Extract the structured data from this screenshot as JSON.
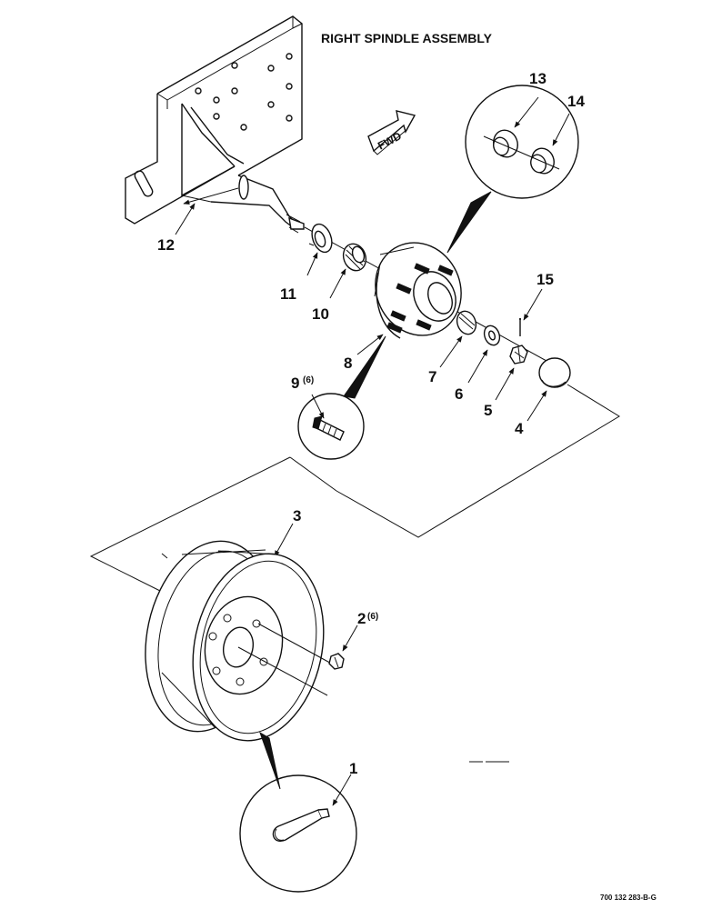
{
  "diagram": {
    "title": "RIGHT SPINDLE ASSEMBLY",
    "direction_label": "FWD",
    "document_number": "700 132 283-B-G",
    "callouts": [
      {
        "id": "1",
        "label": "1",
        "qty": ""
      },
      {
        "id": "2",
        "label": "2",
        "qty": "(6)"
      },
      {
        "id": "3",
        "label": "3",
        "qty": ""
      },
      {
        "id": "4",
        "label": "4",
        "qty": ""
      },
      {
        "id": "5",
        "label": "5",
        "qty": ""
      },
      {
        "id": "6",
        "label": "6",
        "qty": ""
      },
      {
        "id": "7",
        "label": "7",
        "qty": ""
      },
      {
        "id": "8",
        "label": "8",
        "qty": ""
      },
      {
        "id": "9",
        "label": "9",
        "qty": "(6)"
      },
      {
        "id": "10",
        "label": "10",
        "qty": ""
      },
      {
        "id": "11",
        "label": "11",
        "qty": ""
      },
      {
        "id": "12",
        "label": "12",
        "qty": ""
      },
      {
        "id": "13",
        "label": "13",
        "qty": ""
      },
      {
        "id": "14",
        "label": "14",
        "qty": ""
      },
      {
        "id": "15",
        "label": "15",
        "qty": ""
      }
    ]
  }
}
